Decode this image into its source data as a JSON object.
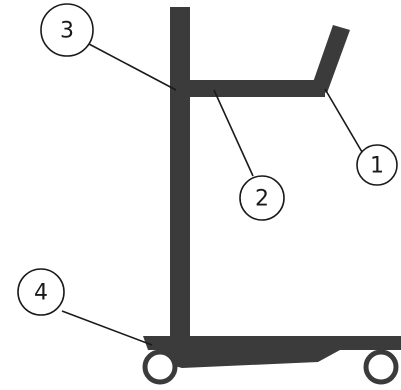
{
  "colors": {
    "frame": "#3b3b3b",
    "line": "#1a1a1a",
    "background": "#ffffff"
  },
  "callouts": [
    {
      "id": "callout-1",
      "label": "1"
    },
    {
      "id": "callout-2",
      "label": "2"
    },
    {
      "id": "callout-3",
      "label": "3"
    },
    {
      "id": "callout-4",
      "label": "4"
    }
  ]
}
